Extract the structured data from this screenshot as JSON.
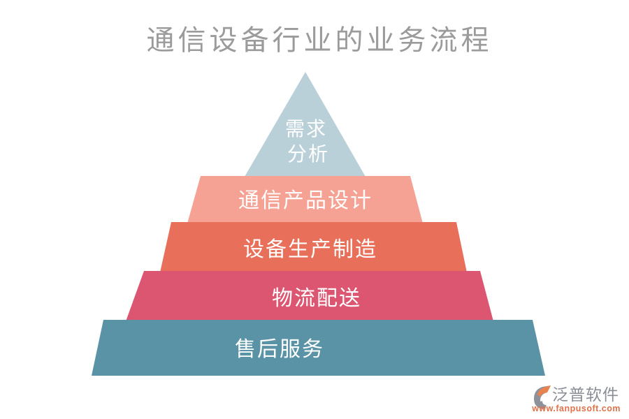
{
  "title": {
    "text": "通信设备行业的业务流程",
    "color": "#9b9b9b"
  },
  "pyramid": {
    "levels": [
      {
        "name": "需求分析",
        "label_line1": "需求",
        "label_line2": "分析",
        "color": "#b9d0d9",
        "text_color": "#ffffff"
      },
      {
        "name": "通信产品设计",
        "label": "通信产品设计",
        "color": "#f5a294",
        "text_color": "#ffffff"
      },
      {
        "name": "设备生产制造",
        "label": "设备生产制造",
        "color": "#e8705a",
        "text_color": "#ffffff"
      },
      {
        "name": "物流配送",
        "label": "物流配送",
        "color": "#dc5672",
        "text_color": "#ffffff"
      },
      {
        "name": "售后服务",
        "label": "售后服务",
        "color": "#5a93a5",
        "text_color": "#ffffff"
      }
    ]
  },
  "watermark": {
    "brand": "泛普软件",
    "brand_color": "#8a8e96",
    "url": "www.fanpusoft.com",
    "url_color": "#e0714a",
    "logo_gray": "#8d929a",
    "logo_orange": "#e8834f"
  }
}
